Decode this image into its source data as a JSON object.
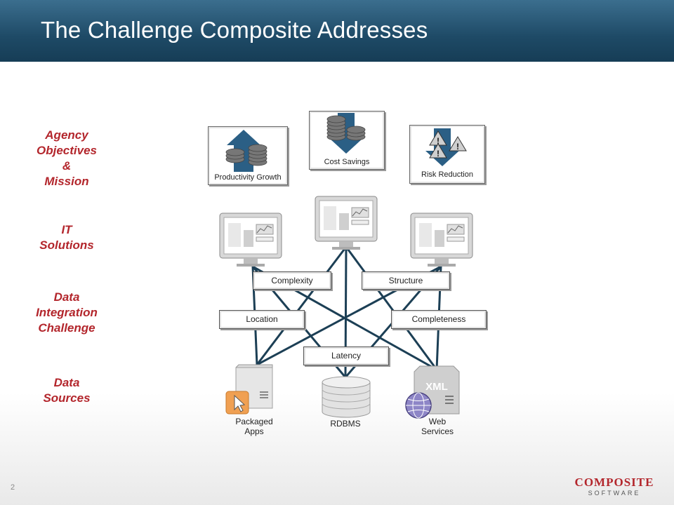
{
  "title": "The Challenge Composite Addresses",
  "row_labels": {
    "objectives": "Agency\nObjectives\n&\nMission",
    "it_solutions": "IT\nSolutions",
    "integration": "Data\nIntegration\nChallenge",
    "sources": "Data\nSources"
  },
  "objectives": {
    "productivity": "Productivity Growth",
    "cost": "Cost Savings",
    "risk": "Risk Reduction"
  },
  "challenges": {
    "complexity": "Complexity",
    "structure": "Structure",
    "location": "Location",
    "completeness": "Completeness",
    "latency": "Latency"
  },
  "sources": {
    "packaged": "Packaged\nApps",
    "rdbms": "RDBMS",
    "web": "Web\nServices",
    "xml_badge": "XML"
  },
  "page_number": "2",
  "logo": {
    "name": "COMPOSITE",
    "sub": "SOFTWARE"
  },
  "colors": {
    "header": "#1e4a66",
    "accent": "#b3262c",
    "line": "#1c3f55",
    "arrow": "#2b5f85"
  }
}
